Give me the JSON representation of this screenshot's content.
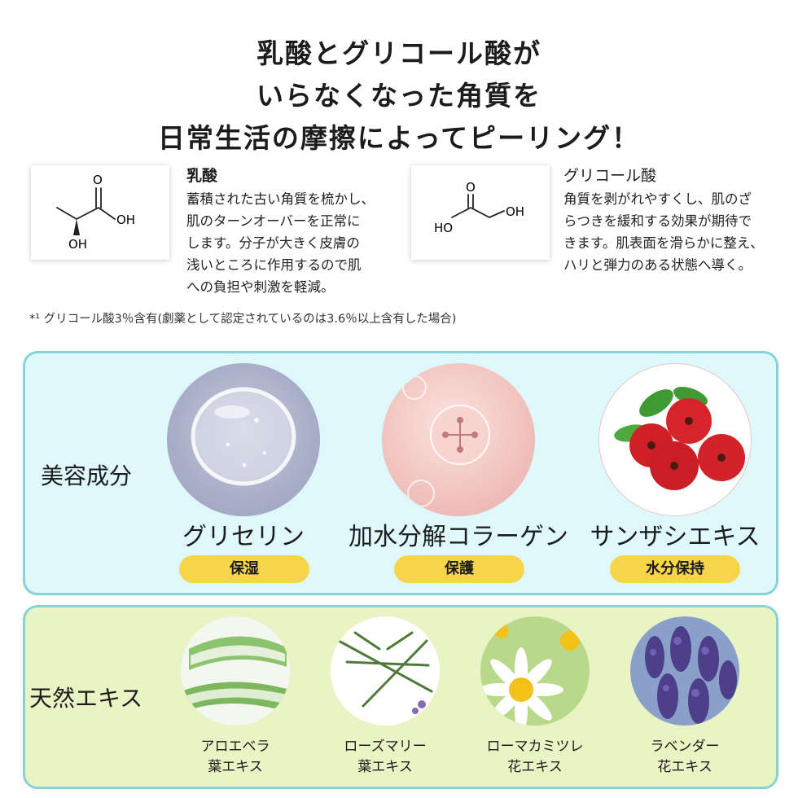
{
  "headline": {
    "line1": "乳酸とグリコール酸が",
    "line2": "いらなくなった角質を",
    "line3": "日常生活の摩擦によってピーリング！"
  },
  "lactic": {
    "name": "乳酸",
    "description_lines": [
      "蓄積された古い角質を梳かし、",
      "肌のターンオーバーを正常に",
      "します。分子が大きく皮膚の",
      "浅いところに作用するので肌",
      "への負担や刺激を軽減。"
    ],
    "labels": {
      "o": "O",
      "oh": "OH",
      "oh2": "OH"
    }
  },
  "glycolic": {
    "name": "グリコール酸",
    "description_lines": [
      "角質を剥がれやすくし、肌のざ",
      "らつきを緩和する効果が期待で",
      "きます。肌表面を滑らかに整え、",
      "ハリと弾力のある状態へ導く。"
    ],
    "labels": {
      "o": "O",
      "ho": "HO",
      "oh": "OH"
    }
  },
  "note": "*¹ グリコール酸3％含有(劇薬として認定されているのは3.6％以上含有した場合)",
  "beauty": {
    "label": "美容成分",
    "items": [
      {
        "name": "グリセリン",
        "badge": "保湿"
      },
      {
        "name": "加水分解コラーゲン",
        "badge": "保護"
      },
      {
        "name": "サンザシエキス",
        "badge": "水分保持"
      }
    ]
  },
  "natural": {
    "label": "天然エキス",
    "items": [
      {
        "line1": "アロエベラ",
        "line2": "葉エキス"
      },
      {
        "line1": "ローズマリー",
        "line2": "葉エキス"
      },
      {
        "line1": "ローマカミツレ",
        "line2": "花エキス"
      },
      {
        "line1": "ラベンダー",
        "line2": "花エキス"
      }
    ]
  },
  "colors": {
    "beauty_panel_bg": "#dff8fb",
    "natural_panel_bg": "#e9f3c3",
    "panel_border": "#86d3da",
    "badge": "#f6d54a"
  }
}
